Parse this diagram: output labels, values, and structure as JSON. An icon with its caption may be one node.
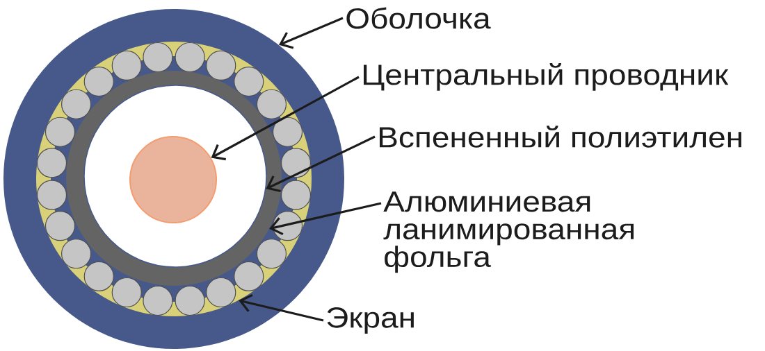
{
  "diagram": {
    "nodes": [
      {
        "text": [],
        "shape": "circle"
      },
      {
        "text": [],
        "shape": "circle",
        "in": 0
      },
      {
        "text": [],
        "shape": "circle",
        "in": 1
      },
      {
        "text": [],
        "shape": "circle",
        "in": 2
      },
      {
        "text": [],
        "shape": "circle",
        "in": 3
      },
      {
        "text": [
          "Оболочка"
        ]
      },
      {
        "text": [
          "Центральный проводник"
        ]
      },
      {
        "text": [
          "Вспененный полиэтилен"
        ]
      },
      {
        "text": [
          "Алюминиевая ланимированная фольга"
        ]
      },
      {
        "text": [
          "Экран"
        ]
      }
    ],
    "edges": [
      {
        "from": 5,
        "to": 0,
        "arrow": "to"
      },
      {
        "from": 6,
        "to": 4,
        "arrow": "to"
      },
      {
        "from": 7,
        "to": 3,
        "arrow": "to"
      },
      {
        "from": 8,
        "to": 2,
        "arrow": "to"
      },
      {
        "from": 9,
        "to": 1,
        "arrow": "to"
      }
    ]
  }
}
